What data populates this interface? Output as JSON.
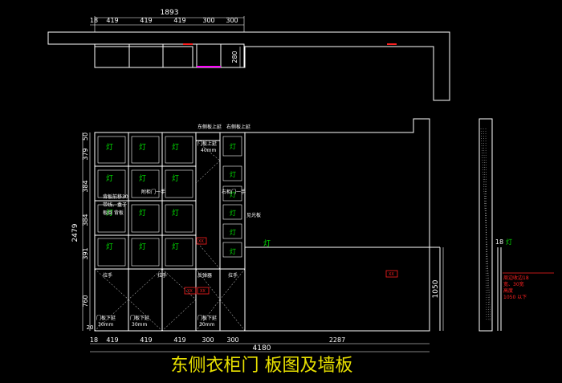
{
  "title": "东侧衣柜门  板图及墙板",
  "colors": {
    "background": "#000000",
    "lines": "#ffffff",
    "lamp": "#00e000",
    "marker_red": "#ff2020",
    "magenta": "#ff00ff",
    "title": "#e8e000"
  },
  "top_view": {
    "overall": "1893",
    "dims": [
      "18",
      "419",
      "419",
      "419",
      "300",
      "300"
    ],
    "depth": "280"
  },
  "elevation": {
    "overall_width": "4180",
    "overall_height": "2479",
    "bottom_dims": [
      "18",
      "419",
      "419",
      "419",
      "300",
      "300",
      "2287"
    ],
    "left_dims": [
      "50",
      "379",
      "384",
      "384",
      "391",
      "760",
      "20"
    ],
    "right_height": "1050",
    "lamp_label": "灯",
    "notes": {
      "east_top_strip": "东侧板上延",
      "west_top_strip": "右侧板上延",
      "door_top_strip": "门板上延",
      "door_top_size": "40mm",
      "back_panel_1": "背板前移30",
      "back_panel_2": "带线、盒子",
      "back_panel_3": "板闽 背板",
      "wall_door": "附柜门一手",
      "side_door": "右柜门一手",
      "light_panel": "见光板",
      "handle_1": "拉手",
      "handle_2": "拉手",
      "reverse_hinge": "反弹器",
      "handle_3": "拉手",
      "door_bottom_1": "门板下延",
      "door_bottom_size_1": "30mm",
      "door_bottom_2": "门板下延",
      "door_bottom_size_2": "30mm",
      "door_bottom_3": "门板下延",
      "door_bottom_size_3": "30mm"
    },
    "red_tags": [
      "XX",
      "XX",
      "XX",
      "XX"
    ]
  },
  "side_view": {
    "width": "18",
    "note_lines": [
      "周边收边18",
      "宽、30宽",
      "高度",
      "1050 以下"
    ]
  }
}
